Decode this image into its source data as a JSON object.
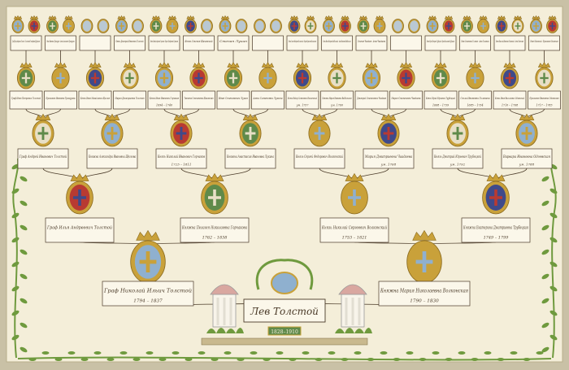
{
  "colors": {
    "mat": "#c9c1a6",
    "paper": "#f4eed9",
    "ink": "#4a3a28",
    "crest_gold": "#c9a13a",
    "crest_blue": "#8fb0cf",
    "crest_red": "#b83a32",
    "crest_green": "#5f8a4a",
    "vine": "#6f9a3e"
  },
  "icons": {
    "crest": "coat-of-arms-icon",
    "crown": "crown-icon",
    "wreath": "laurel-wreath-icon",
    "pavilion": "pavilion-icon"
  },
  "center_scroll": {
    "text": "Лев Толстой",
    "dates": "1828–1910"
  },
  "generations": {
    "g1": [
      {
        "name": "Граф Николай Ильич Толстой",
        "dates": "1794 – 1837"
      },
      {
        "name": "Княжна Мария Николаевна Волконская",
        "dates": "1790 – 1830"
      }
    ],
    "g2": [
      {
        "name": "Граф Илья Андреевич Толстой",
        "dates": ""
      },
      {
        "name": "Княжна Пелагея Николаевна Горчакова",
        "dates": "1762 – 1838"
      },
      {
        "name": "Князь Николай Сергеевич Волконский",
        "dates": "1753 – 1821"
      },
      {
        "name": "Княжна Екатерина Дмитриевна Трубецкая",
        "dates": "1749 – 1799"
      }
    ],
    "g3": [
      {
        "name": "Граф Андрей Иванович Толстой",
        "dates": ""
      },
      {
        "name": "Княжна Александра Ивановна Щеглова",
        "dates": ""
      },
      {
        "name": "Князь Николай Иванович Горчаков",
        "dates": "1725 – 1811"
      },
      {
        "name": "Княжна Анастасия Ивановна Лукина",
        "dates": ""
      },
      {
        "name": "Князь Сергей Федорович Волконский",
        "dates": ""
      },
      {
        "name": "Мария Дмитриевна Чаадаева",
        "dates": "ум. 1768"
      },
      {
        "name": "Князь Дмитрий Юрьевич Трубецкой",
        "dates": "ум. 1792"
      },
      {
        "name": "Варвара Ивановна Одоевская",
        "dates": "ум. 1788"
      }
    ],
    "g4": [
      {
        "name": "Граф Иван Петрович Толстой",
        "dates": ""
      },
      {
        "name": "Прасковья Ивановна Троекурова",
        "dates": ""
      },
      {
        "name": "Князь Иван Михайлович Щеглов",
        "dates": ""
      },
      {
        "name": "Мария Дмитриевна Толстая",
        "dates": ""
      },
      {
        "name": "Князь Иван Иванович Горчаков",
        "dates": "1694 – 1740"
      },
      {
        "name": "Татьяна Степановна Шаховская",
        "dates": ""
      },
      {
        "name": "Иван Степанович Лукин",
        "dates": ""
      },
      {
        "name": "Анна Семеновна Лукина",
        "dates": ""
      },
      {
        "name": "Князь Федор Семенович Волконский",
        "dates": "ум. 1757"
      },
      {
        "name": "Княжна Мария Ивановна Вадбольская",
        "dates": "ум. 1760"
      },
      {
        "name": "Дмитрий Степанович Чаадаев",
        "dates": ""
      },
      {
        "name": "Мария Степановна Чаадаева",
        "dates": ""
      },
      {
        "name": "Князь Юрий Юрьевич Трубецкой",
        "dates": "1668 – 1739"
      },
      {
        "name": "Ольга Ивановна Головина",
        "dates": "1685 – 1734"
      },
      {
        "name": "Князь Иван Васильевич Одоевский",
        "dates": "1710 – 1768"
      },
      {
        "name": "Прасковья Ивановна Одоевская",
        "dates": "1717 – 1783"
      }
    ],
    "g5": [
      {
        "name": "Граф Петр Андреевич Толстой",
        "dates": ""
      },
      {
        "name": "Соломонида Тимофеевна Дубровская",
        "dates": ""
      },
      {
        "name": "Иван Иванович Троекуров",
        "dates": ""
      },
      {
        "name": "Анна Алексеевна Троекурова",
        "dates": ""
      },
      {
        "name": "",
        "dates": ""
      },
      {
        "name": "",
        "dates": ""
      },
      {
        "name": "Князь Дмитрий Иванович Толстой",
        "dates": ""
      },
      {
        "name": "",
        "dates": ""
      },
      {
        "name": "Князь Иван Андреевич Горчаков",
        "dates": ""
      },
      {
        "name": "Ирина Тимофеевна Горчакова",
        "dates": ""
      },
      {
        "name": "Князь Степан Шаховской",
        "dates": ""
      },
      {
        "name": "",
        "dates": ""
      },
      {
        "name": "Степан Лукин",
        "dates": ""
      },
      {
        "name": "",
        "dates": ""
      },
      {
        "name": "",
        "dates": ""
      },
      {
        "name": "",
        "dates": ""
      },
      {
        "name": "Князь Семен Федорович Волконский",
        "dates": ""
      },
      {
        "name": "Мария Борисовна Волконская",
        "dates": ""
      },
      {
        "name": "Князь Иван Федорович Вадбольский",
        "dates": ""
      },
      {
        "name": "Анна Ивановна Вадбольская",
        "dates": ""
      },
      {
        "name": "Степан Чаадаев",
        "dates": ""
      },
      {
        "name": "Анна Чаадаева",
        "dates": ""
      },
      {
        "name": "",
        "dates": ""
      },
      {
        "name": "",
        "dates": ""
      },
      {
        "name": "Князь Юрий Петрович Трубецкой",
        "dates": ""
      },
      {
        "name": "Ирина Васильевна Трубецкая",
        "dates": ""
      },
      {
        "name": "Иван Семенович Головин",
        "dates": ""
      },
      {
        "name": "Анна Головина",
        "dates": ""
      },
      {
        "name": "Князь Василий Иванович Одоевский",
        "dates": ""
      },
      {
        "name": "Анна Одоевская",
        "dates": ""
      },
      {
        "name": "Иван Одоевский",
        "dates": ""
      },
      {
        "name": "Прасковья Одоевская",
        "dates": ""
      }
    ]
  }
}
